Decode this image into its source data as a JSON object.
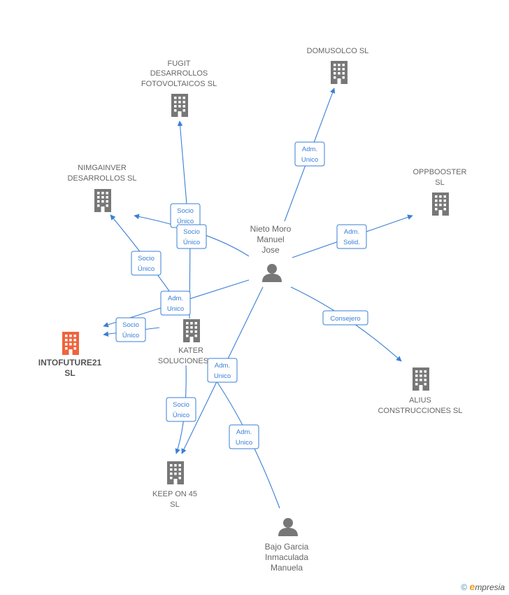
{
  "colors": {
    "edge": "#3a7fd5",
    "company": "#777777",
    "highlight": "#f0643c",
    "person": "#777777"
  },
  "nodes": [
    {
      "id": "fugit",
      "kind": "company",
      "lines": [
        "FUGIT",
        "DESARROLLOS",
        "FOTOVOLTAICOS SL"
      ]
    },
    {
      "id": "domusolco",
      "kind": "company",
      "lines": [
        "DOMUSOLCO SL"
      ]
    },
    {
      "id": "nimgainver",
      "kind": "company",
      "lines": [
        "NIMGAINVER",
        "DESARROLLOS SL"
      ]
    },
    {
      "id": "oppbooster",
      "kind": "company",
      "lines": [
        "OPPBOOSTER",
        "SL"
      ]
    },
    {
      "id": "nieto",
      "kind": "person",
      "lines": [
        "Nieto Moro",
        "Manuel",
        "Jose"
      ]
    },
    {
      "id": "intofuture",
      "kind": "company",
      "highlight": true,
      "lines": [
        "INTOFUTURE21",
        "SL"
      ]
    },
    {
      "id": "kater",
      "kind": "company",
      "lines": [
        "KATER",
        "SOLUCIONES"
      ]
    },
    {
      "id": "alius",
      "kind": "company",
      "lines": [
        "ALIUS",
        "CONSTRUCCIONES SL"
      ]
    },
    {
      "id": "keepon",
      "kind": "company",
      "lines": [
        "KEEP ON 45",
        "SL"
      ]
    },
    {
      "id": "bajo",
      "kind": "person",
      "lines": [
        "Bajo Garcia",
        "Inmaculada",
        "Manuela"
      ]
    }
  ],
  "edges": [
    {
      "id": "e1",
      "lines": [
        "Adm.",
        "Unico"
      ]
    },
    {
      "id": "e2",
      "lines": [
        "Socio",
        "Único"
      ]
    },
    {
      "id": "e3",
      "lines": [
        "Socio",
        "Único"
      ]
    },
    {
      "id": "e4",
      "lines": [
        "Socio",
        "Único"
      ]
    },
    {
      "id": "e5",
      "lines": [
        "Adm.",
        "Solid."
      ]
    },
    {
      "id": "e6",
      "lines": [
        "Adm.",
        "Unico"
      ]
    },
    {
      "id": "e7",
      "lines": [
        "Socio",
        "Único"
      ]
    },
    {
      "id": "e8",
      "lines": [
        "Consejero"
      ]
    },
    {
      "id": "e9",
      "lines": [
        "Adm.",
        "Unico"
      ]
    },
    {
      "id": "e10",
      "lines": [
        "Socio",
        "Único"
      ]
    },
    {
      "id": "e11",
      "lines": [
        "Adm.",
        "Unico"
      ]
    }
  ],
  "footer": {
    "copyright": "©",
    "brand_initial": "e",
    "brand_rest": "mpresia"
  }
}
